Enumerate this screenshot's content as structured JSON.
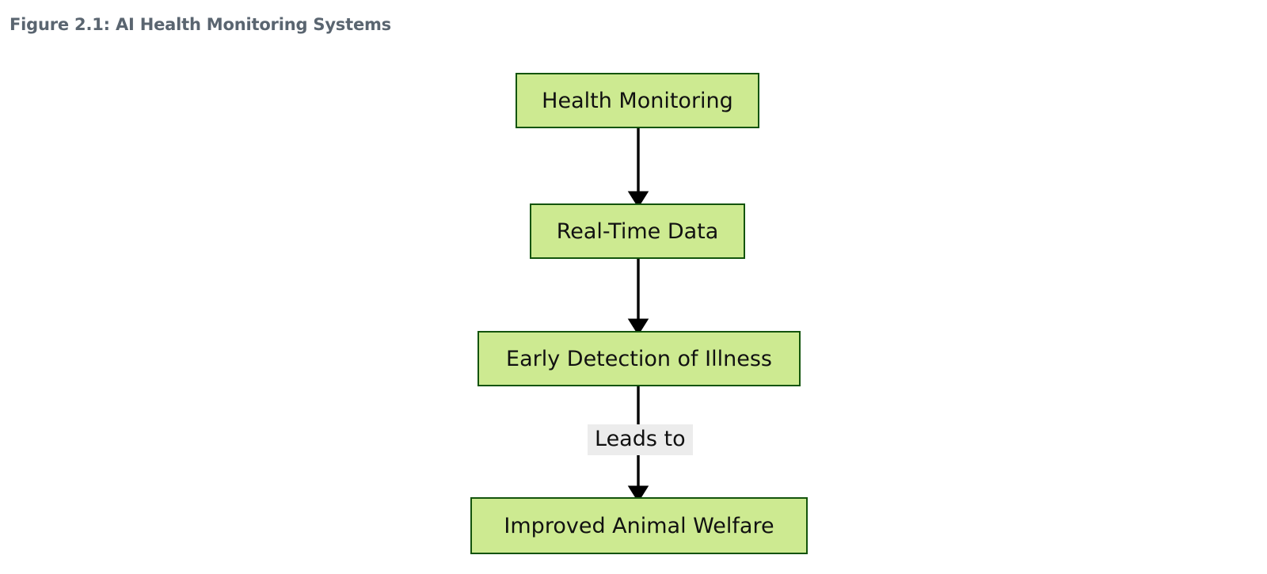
{
  "figure": {
    "title": "Figure 2.1: AI Health Monitoring Systems",
    "title_color": "#5a6570",
    "background_color": "#ffffff"
  },
  "diagram": {
    "type": "flowchart",
    "direction": "top-to-bottom",
    "node_fill_color": "#cdea91",
    "node_border_color": "#13540c",
    "connector_color": "#000000",
    "edge_label_background": "#ececec",
    "node_text_color": "#111111",
    "nodes": [
      {
        "id": "health-monitoring",
        "label": "Health Monitoring"
      },
      {
        "id": "real-time-data",
        "label": "Real-Time Data"
      },
      {
        "id": "early-detection",
        "label": "Early Detection of Illness"
      },
      {
        "id": "improved-welfare",
        "label": "Improved Animal Welfare"
      }
    ],
    "edges": [
      {
        "from": "health-monitoring",
        "to": "real-time-data",
        "label": ""
      },
      {
        "from": "real-time-data",
        "to": "early-detection",
        "label": ""
      },
      {
        "from": "early-detection",
        "to": "improved-welfare",
        "label": "Leads to"
      }
    ]
  }
}
